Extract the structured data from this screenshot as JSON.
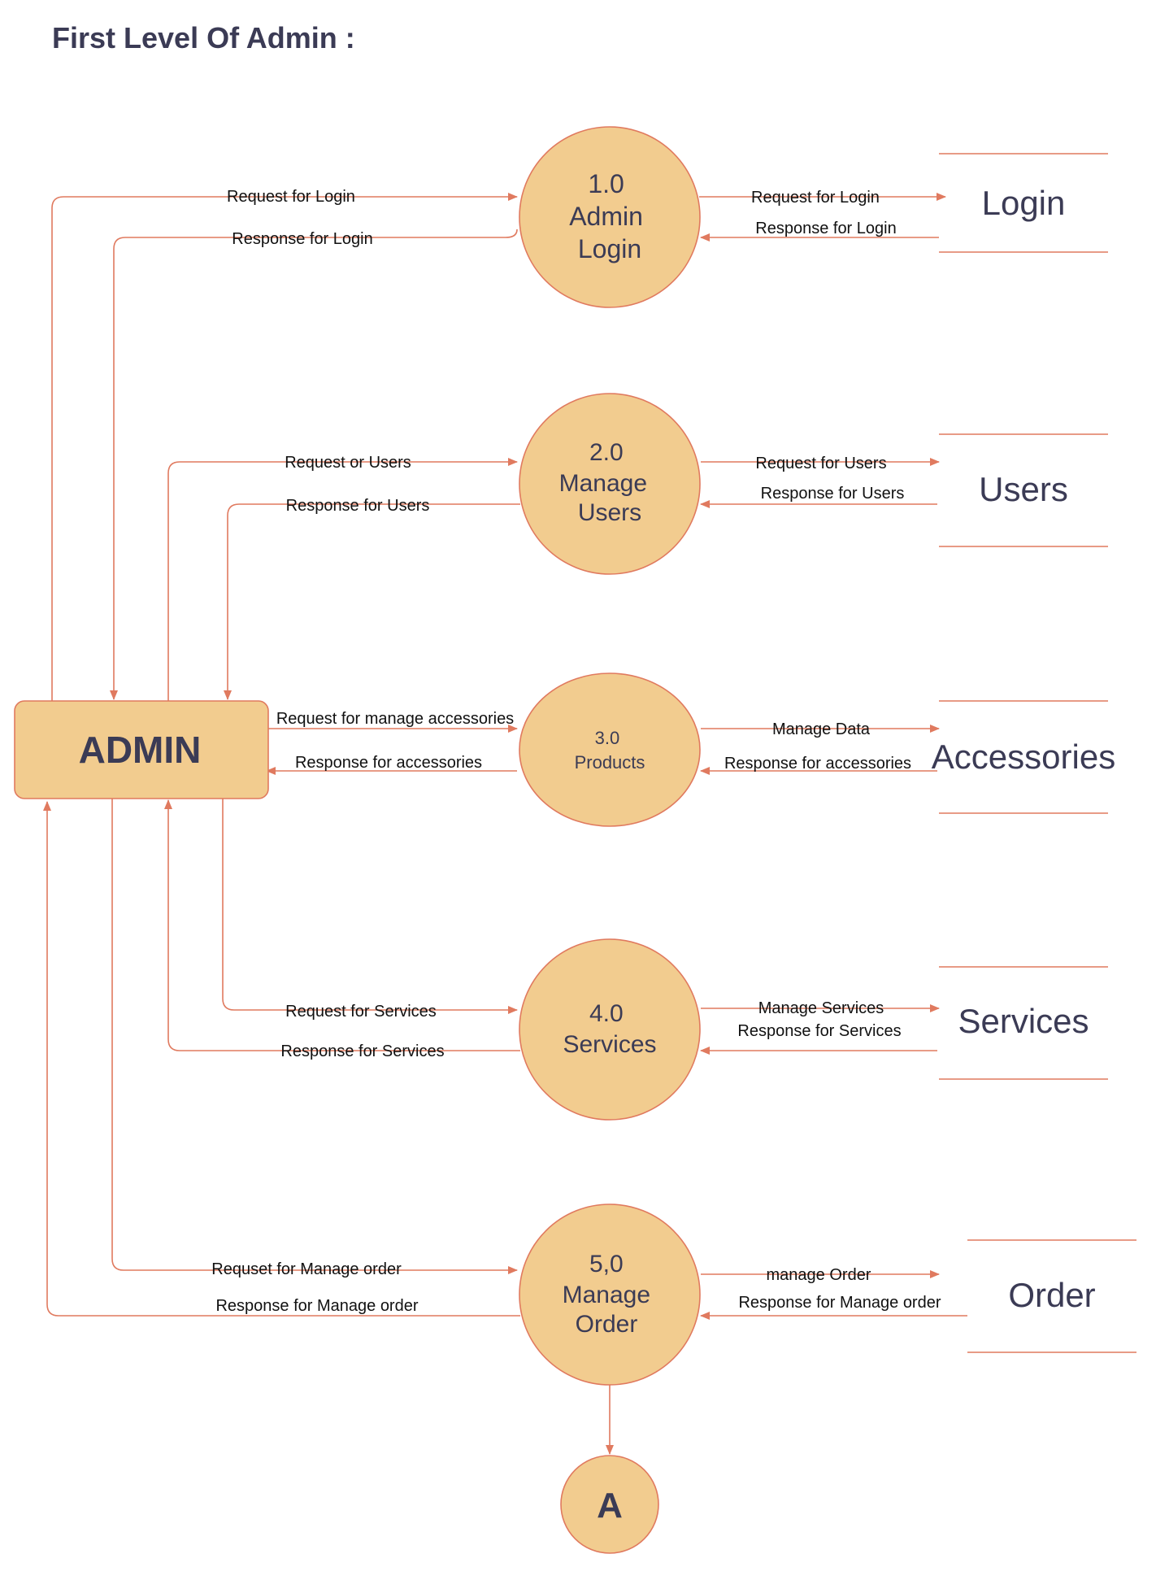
{
  "title": "First Level Of Admin :",
  "colors": {
    "stroke": "#e07a5f",
    "fill": "#f2cc8f",
    "text": "#3b3b55"
  },
  "entity": {
    "label": "ADMIN"
  },
  "processes": [
    {
      "id": "p1",
      "lines": [
        "1.0",
        "Admin",
        "Login"
      ]
    },
    {
      "id": "p2",
      "lines": [
        "2.0",
        "Manage",
        "Users"
      ]
    },
    {
      "id": "p3",
      "lines": [
        "3.0",
        "Products"
      ]
    },
    {
      "id": "p4",
      "lines": [
        "4.0",
        "Services"
      ]
    },
    {
      "id": "p5",
      "lines": [
        "5,0",
        "Manage",
        "Order"
      ]
    }
  ],
  "connector": {
    "label": "A"
  },
  "stores": [
    {
      "id": "s1",
      "label": "Login"
    },
    {
      "id": "s2",
      "label": "Users"
    },
    {
      "id": "s3",
      "label": "Accessories"
    },
    {
      "id": "s4",
      "label": "Services"
    },
    {
      "id": "s5",
      "label": "Order"
    }
  ],
  "flows": {
    "f1": "Request for Login",
    "f2": "Response for Login",
    "f3": "Request for Login",
    "f4": "Response for Login",
    "f5": "Request or Users",
    "f6": "Response for Users",
    "f7": "Request for Users",
    "f8": "Response for Users",
    "f9": "Request for manage accessories",
    "f10": "Response for accessories",
    "f11": "Manage Data",
    "f12": "Response for accessories",
    "f13": "Request for Services",
    "f14": "Response for Services",
    "f15": "Manage Services",
    "f16": "Response for Services",
    "f17": "Requset for Manage order",
    "f18": "Response for Manage order",
    "f19": "manage Order",
    "f20": "Response for Manage order"
  }
}
